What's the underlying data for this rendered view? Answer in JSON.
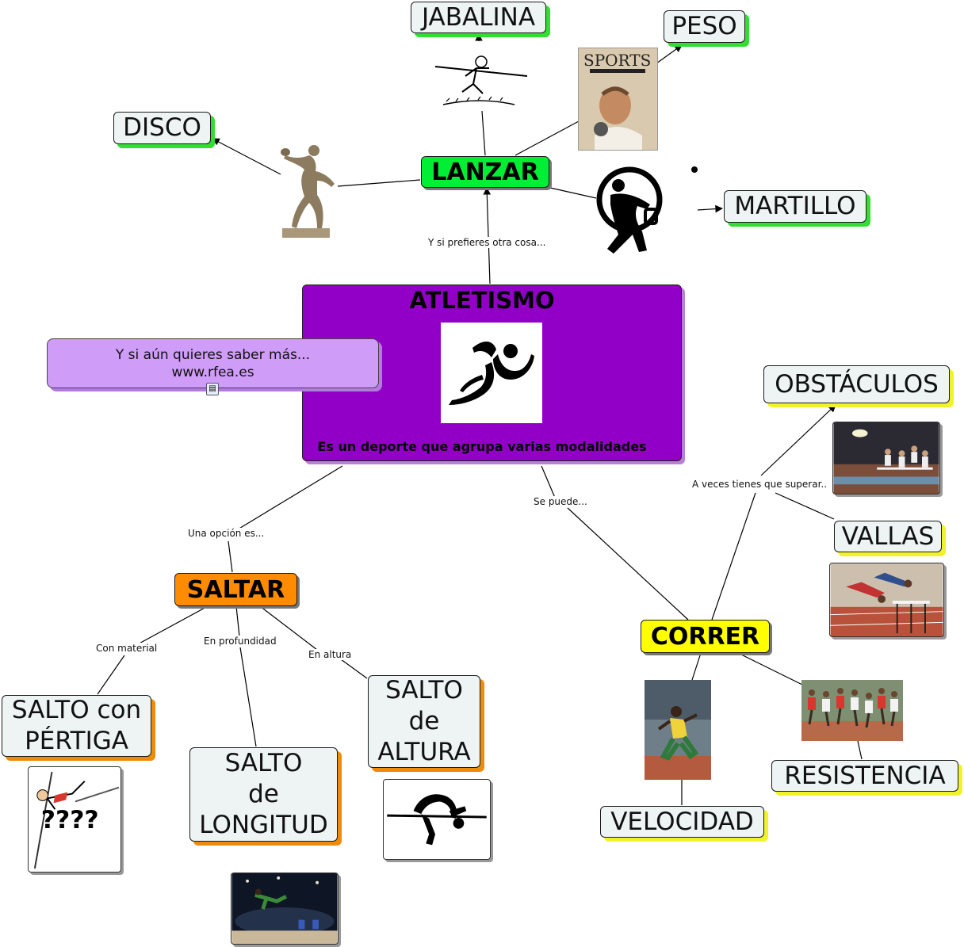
{
  "main": {
    "title": "ATLETISMO",
    "subtitle": "Es un deporte que agrupa varias modalidades",
    "icon": "runner-icon"
  },
  "note": {
    "line1": "Y si aún quieres saber más...",
    "line2": "www.rfea.es",
    "icon": "note-icon"
  },
  "categories": {
    "lanzar": "LANZAR",
    "saltar": "SALTAR",
    "correr": "CORRER"
  },
  "leaves": {
    "jabalina": "JABALINA",
    "peso": "PESO",
    "disco": "DISCO",
    "martillo": "MARTILLO",
    "obstaculos": "OBSTÁCULOS",
    "vallas": "VALLAS",
    "resistencia": "RESISTENCIA",
    "velocidad": "VELOCIDAD",
    "pertiga_l1": "SALTO con",
    "pertiga_l2": "PÉRTIGA",
    "longitud_l1": "SALTO",
    "longitud_l2": "de",
    "longitud_l3": "LONGITUD",
    "altura_l1": "SALTO",
    "altura_l2": "de",
    "altura_l3": "ALTURA"
  },
  "link_labels": {
    "lanzar": "Y si prefieres otra cosa...",
    "saltar": "Una opción es...",
    "correr": "Se puede...",
    "superar": "A veces tienes que superar..",
    "material": "Con material",
    "profundidad": "En profundidad",
    "altura": "En altura"
  },
  "image_text": {
    "magazine_title": "SPORTS",
    "pertiga_question": "????"
  },
  "colors": {
    "main": "#9200c8",
    "note": "#cf9cf8",
    "lanzar": "#00ee33",
    "saltar": "#ff8c00",
    "correr": "#ffff00",
    "shadow_green": "#33dd33",
    "shadow_yellow": "#f2f22a",
    "shadow_orange": "#f08a0a"
  }
}
